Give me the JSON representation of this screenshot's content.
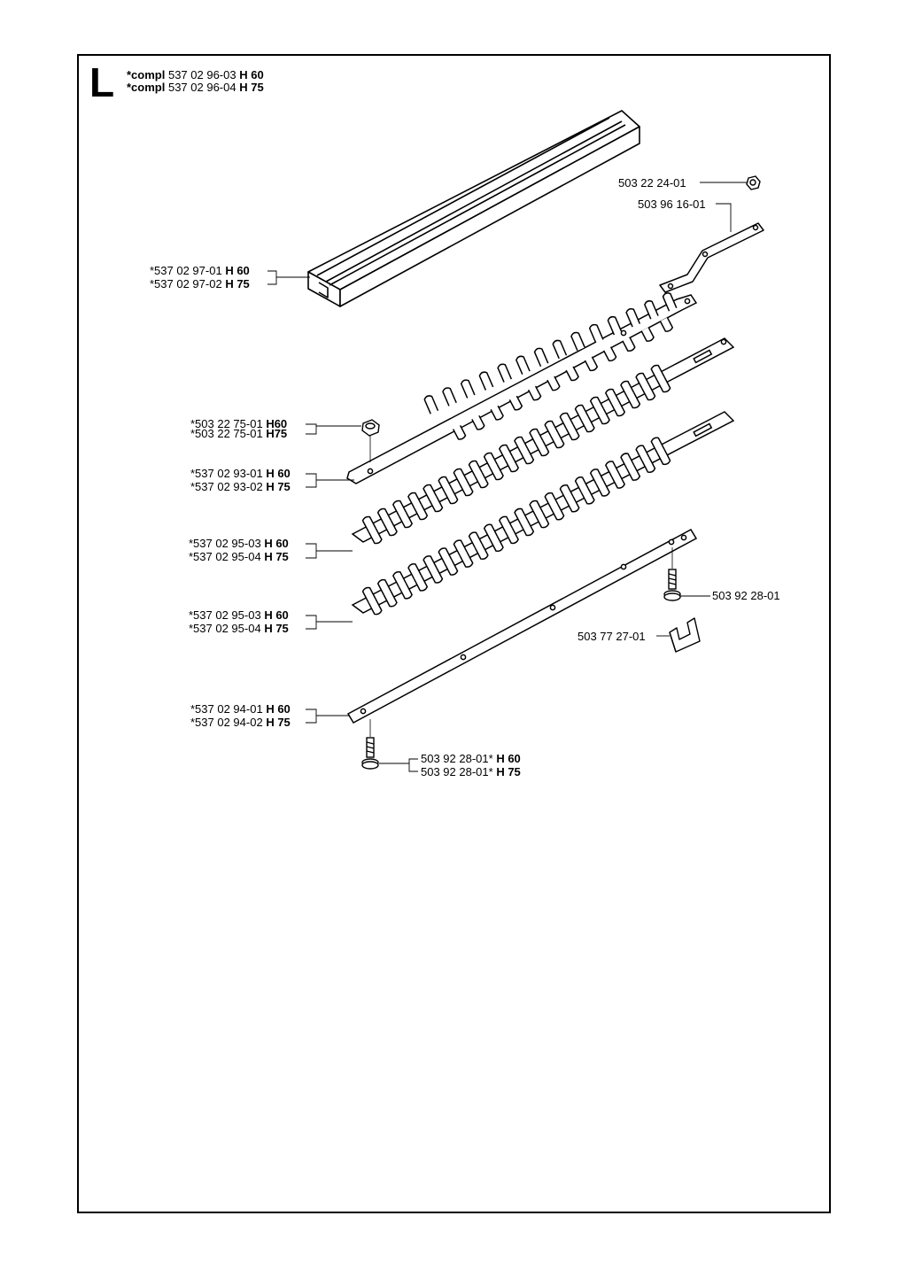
{
  "section": "L",
  "header": [
    {
      "prefix": "*compl",
      "part": "537 02 96-03",
      "model": "H 60"
    },
    {
      "prefix": "*compl",
      "part": "537 02 96-04",
      "model": "H 75"
    }
  ],
  "labels": {
    "nut_top": "503 22 24-01",
    "link_arm": "503 96 16-01",
    "guide_rail_h60_part": "*537 02 97-01",
    "guide_rail_h60_model": "H 60",
    "guide_rail_h75_part": "*537 02 97-02",
    "guide_rail_h75_model": "H 75",
    "nut_h60_part": "*503 22 75-01",
    "nut_h60_model": "H60",
    "nut_h75_part": "*503 22 75-01",
    "nut_h75_model": "H75",
    "top_plate_h60_part": "*537 02 93-01",
    "top_plate_h60_model": "H 60",
    "top_plate_h75_part": "*537 02 93-02",
    "top_plate_h75_model": "H 75",
    "blade1_h60_part": "*537 02 95-03",
    "blade1_h60_model": "H 60",
    "blade1_h75_part": "*537 02 95-04",
    "blade1_h75_model": "H 75",
    "blade2_h60_part": "*537 02 95-03",
    "blade2_h60_model": "H 60",
    "blade2_h75_part": "*537 02 95-04",
    "blade2_h75_model": "H 75",
    "bolt_right": "503 92 28-01",
    "clip": "503 77 27-01",
    "bottom_bar_h60_part": "*537 02 94-01",
    "bottom_bar_h60_model": "H 60",
    "bottom_bar_h75_part": "*537 02 94-02",
    "bottom_bar_h75_model": "H 75",
    "bolt_bottom_h60_part": "503 92 28-01*",
    "bolt_bottom_h60_model": "H 60",
    "bolt_bottom_h75_part": "503 92 28-01*",
    "bolt_bottom_h75_model": "H 75"
  }
}
